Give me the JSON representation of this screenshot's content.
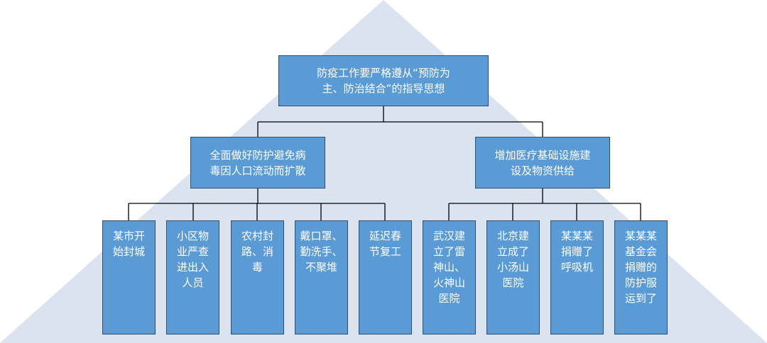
{
  "colors": {
    "pyramid": "#dbe3f1",
    "box_fill": "#5b9bd5",
    "box_border": "#2f4f6f",
    "text": "#ffffff",
    "connector": "#000000"
  },
  "root": {
    "text": "防疫工作要严格遵从“预防为\n主、防治结合”的指导思想"
  },
  "branches": [
    {
      "text": "全面做好防护避免病\n毒因人口流动而扩散",
      "children": [
        {
          "text": "某市开\n始封城"
        },
        {
          "text": "小区物\n业严查\n进出入\n人员"
        },
        {
          "text": "农村封\n路、消\n毒"
        },
        {
          "text": "戴口罩、\n勤洗手、\n不聚堆"
        },
        {
          "text": "延迟春\n节复工"
        }
      ]
    },
    {
      "text": "增加医疗基础设施建\n设及物资供给",
      "children": [
        {
          "text": "武汉建\n立了雷\n神山、\n火神山\n医院"
        },
        {
          "text": "北京建\n立成了\n小汤山\n医院"
        },
        {
          "text": "某某某\n捐赠了\n呼吸机"
        },
        {
          "text": "某某某\n基金会\n捐赠的\n防护服\n运到了"
        }
      ]
    }
  ]
}
